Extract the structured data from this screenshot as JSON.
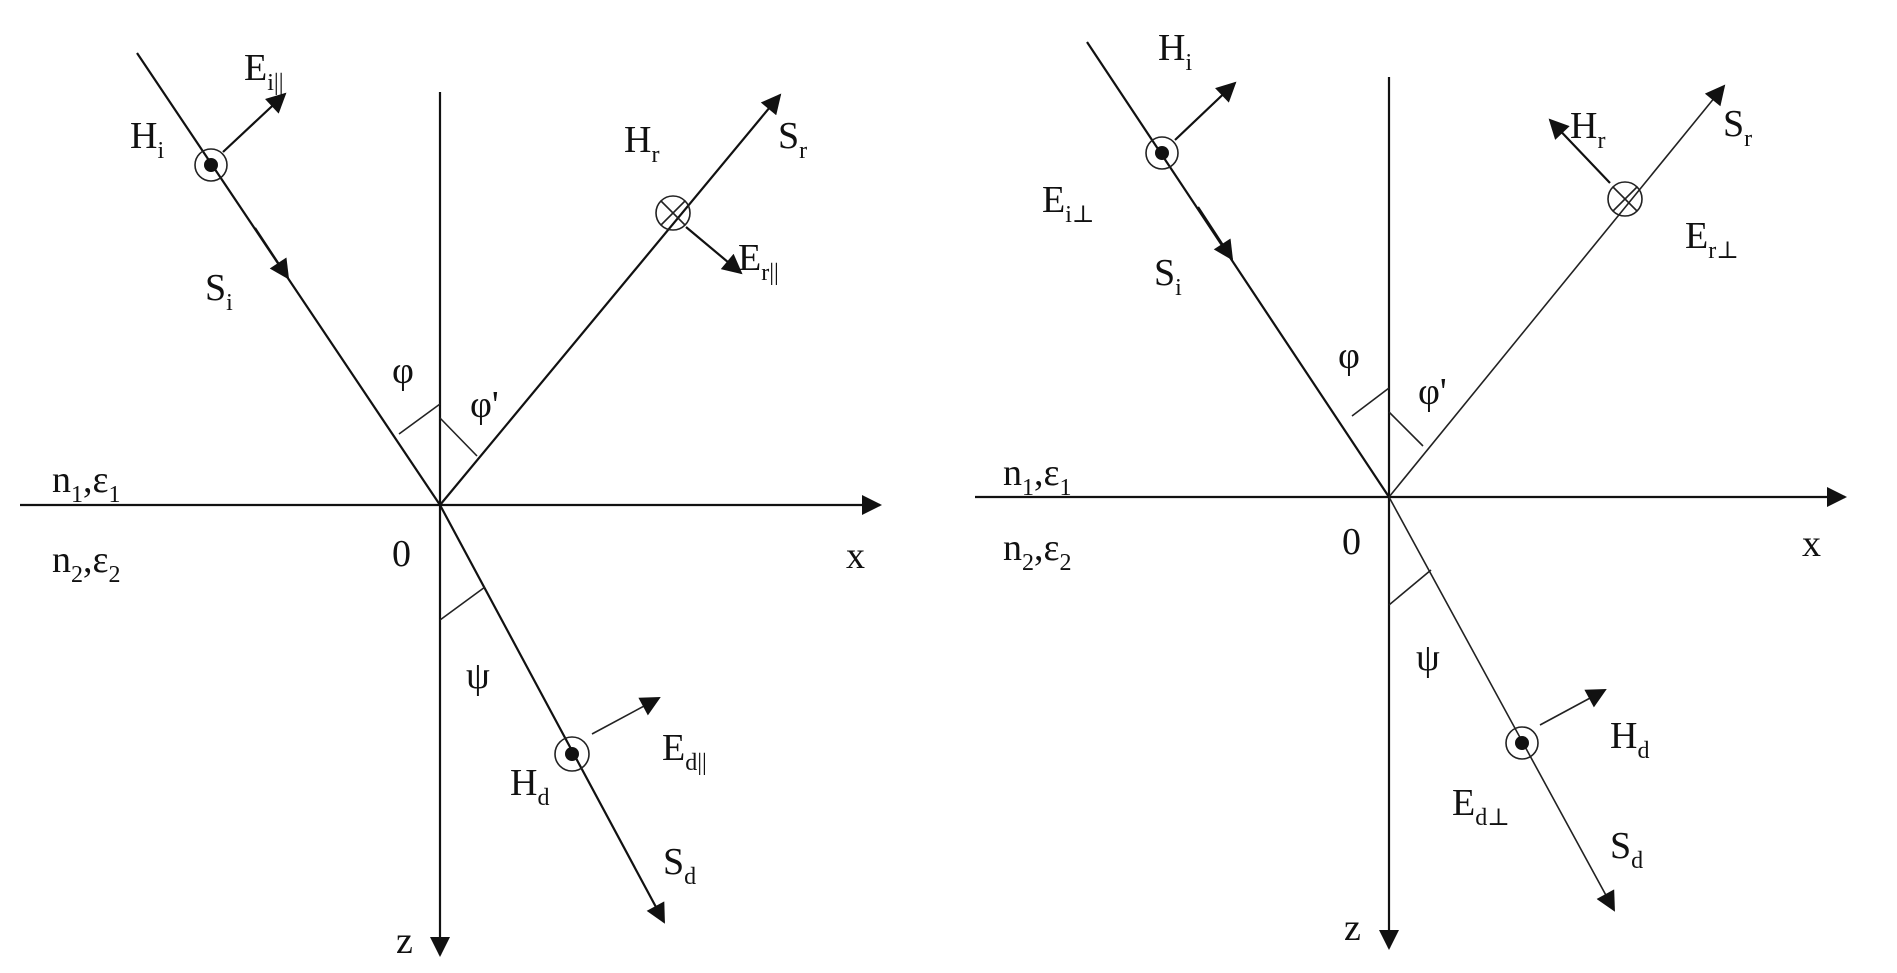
{
  "left_panel": {
    "origin": "0",
    "x_axis": "x",
    "z_axis": "z",
    "medium_top": {
      "n": "n",
      "n_sub": "1",
      "sep": ",",
      "eps": "ε",
      "eps_sub": "1"
    },
    "medium_bottom": {
      "n": "n",
      "n_sub": "2",
      "sep": ",",
      "eps": "ε",
      "eps_sub": "2"
    },
    "angle_incident": "φ",
    "angle_reflected": "φ'",
    "angle_refracted": "ψ",
    "incident_H": {
      "base": "H",
      "sub": "i"
    },
    "incident_E": {
      "base": "E",
      "sub": "i||"
    },
    "incident_S": {
      "base": "S",
      "sub": "i"
    },
    "reflected_H": {
      "base": "H",
      "sub": "r"
    },
    "reflected_E": {
      "base": "E",
      "sub": "r||"
    },
    "reflected_S": {
      "base": "S",
      "sub": "r"
    },
    "refracted_H": {
      "base": "H",
      "sub": "d"
    },
    "refracted_E": {
      "base": "E",
      "sub": "d||"
    },
    "refracted_S": {
      "base": "S",
      "sub": "d"
    }
  },
  "right_panel": {
    "origin": "0",
    "x_axis": "x",
    "z_axis": "z",
    "medium_top": {
      "n": "n",
      "n_sub": "1",
      "sep": ",",
      "eps": "ε",
      "eps_sub": "1"
    },
    "medium_bottom": {
      "n": "n",
      "n_sub": "2",
      "sep": ",",
      "eps": "ε",
      "eps_sub": "2"
    },
    "angle_incident": "φ",
    "angle_reflected": "φ'",
    "angle_refracted": "ψ",
    "incident_H": {
      "base": "H",
      "sub": "i"
    },
    "incident_E": {
      "base": "E",
      "sub": "i⊥"
    },
    "incident_S": {
      "base": "S",
      "sub": "i"
    },
    "reflected_H": {
      "base": "H",
      "sub": "r"
    },
    "reflected_E": {
      "base": "E",
      "sub": "r⊥"
    },
    "reflected_S": {
      "base": "S",
      "sub": "r"
    },
    "refracted_H": {
      "base": "H",
      "sub": "d"
    },
    "refracted_E": {
      "base": "E",
      "sub": "d⊥"
    },
    "refracted_S": {
      "base": "S",
      "sub": "d"
    }
  },
  "colors": {
    "ink": "#111111",
    "background": "#ffffff"
  }
}
